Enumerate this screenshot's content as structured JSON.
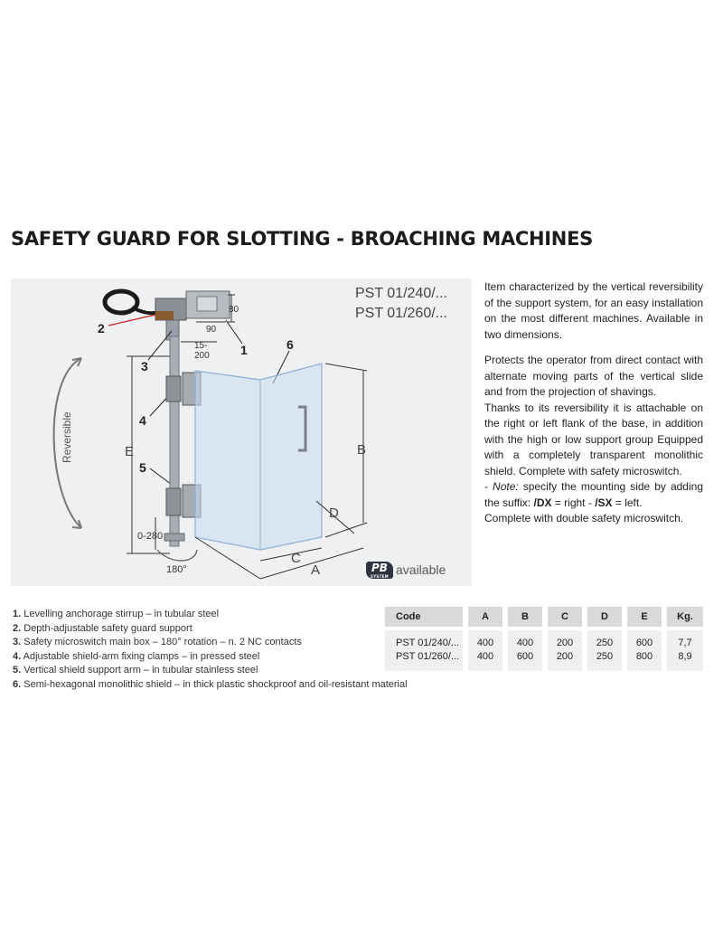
{
  "title": "SAFETY GUARD FOR SLOTTING - BROACHING MACHINES",
  "figure": {
    "models": [
      "PST 01/240/...",
      "PST 01/260/..."
    ],
    "callouts": [
      "1",
      "2",
      "3",
      "4",
      "5",
      "6"
    ],
    "dimensions": {
      "d80": "80",
      "d90": "90",
      "d15_200_top": "15-",
      "d15_200_bottom": "200",
      "A": "A",
      "B": "B",
      "C": "C",
      "D": "D",
      "E": "E",
      "range": "0-280",
      "rotation": "180°"
    },
    "reversible_label": "Reversible",
    "badge_main": "PB",
    "badge_sub": "SYSTEM",
    "badge_available": "available"
  },
  "description": [
    "Item characterized by the vertical reversibility of the support system, for an easy installation on the most different machines. Available in two dimensions.",
    "Protects the operator from direct contact with alternate moving parts of the vertical slide and from the projection of shavings.",
    "Thanks to its reversibility it is attachable on the right or left flank of the base, in addition with the high or low support group  Equipped with a completely transparent monolithic shield. Complete with safety microswitch.",
    "Complete with double safety microswitch."
  ],
  "note": {
    "dash": "- ",
    "label": "Note:",
    "text1": " specify the mounting side by adding the suffix: ",
    "dx": "/DX",
    "text2": " = right - ",
    "sx": "/SX",
    "text3": " = left."
  },
  "legend": [
    {
      "num": "1.",
      "text": "Levelling anchorage stirrup – in tubular steel"
    },
    {
      "num": "2.",
      "text": "Depth-adjustable safety guard support"
    },
    {
      "num": "3.",
      "text": "Safety microswitch main box – 180° rotation – n. 2 NC contacts"
    },
    {
      "num": "4.",
      "text": "Adjustable shield-arm fixing clamps – in pressed steel"
    },
    {
      "num": "5.",
      "text": "Vertical shield support arm – in tubular stainless steel"
    },
    {
      "num": "6.",
      "text": "Semi-hexagonal monolithic shield – in thick plastic shockproof and oil-resistant material"
    }
  ],
  "table": {
    "headers": [
      "Code",
      "A",
      "B",
      "C",
      "D",
      "E",
      "Kg."
    ],
    "rows": [
      [
        "PST 01/240/...",
        "400",
        "400",
        "200",
        "250",
        "600",
        "7,7"
      ],
      [
        "PST 01/260/...",
        "400",
        "600",
        "200",
        "250",
        "800",
        "8,9"
      ]
    ]
  },
  "colors": {
    "figure_background": "#eef0f2",
    "callout_red": "#cc1f1f",
    "shield_blue": "#c9dcef",
    "table_header": "#d9d9d9",
    "table_body": "#efefef"
  }
}
